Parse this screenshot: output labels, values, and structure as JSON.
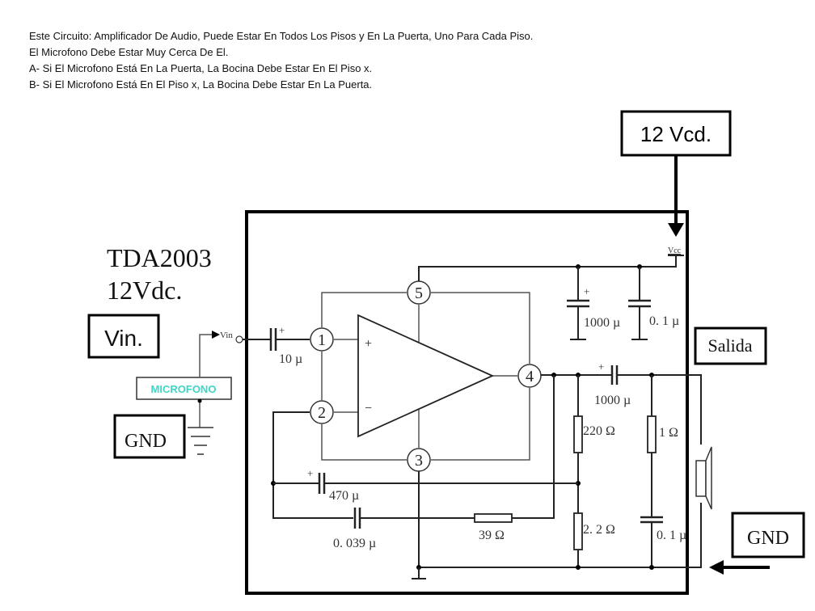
{
  "notes": [
    "Este Circuito: Amplificador De Audio, Puede Estar En Todos Los Pisos y En La Puerta, Uno Para Cada Piso.",
    "El Microfono Debe Estar Muy Cerca De El.",
    "A- Si El Microfono Está En La Puerta, La Bocina Debe Estar En El Piso x.",
    "B- Si El Microfono Está En El Piso x, La Bocina Debe Estar En La Puerta."
  ],
  "title": {
    "chip": "TDA2003",
    "supply": "12Vdc."
  },
  "boxes": {
    "supply": "12 Vcd.",
    "vin": "Vin.",
    "gnd_left": "GND",
    "salida": "Salida",
    "gnd_right": "GND",
    "microphone": "MICROFONO"
  },
  "colors": {
    "microphone_text": "#3fd6c6"
  },
  "pins": [
    "1",
    "2",
    "3",
    "4",
    "5"
  ],
  "opamp": {
    "plus": "+",
    "minus": "−"
  },
  "labels": {
    "vin": "Vin",
    "vcc": "Vcc"
  },
  "components": {
    "c_in": "10 µ",
    "c_supply_1": "1000 µ",
    "c_supply_2": "0. 1 µ",
    "c_out": "1000 µ",
    "r_feedback_top": "220 Ω",
    "r_feedback_bottom": "2. 2 Ω",
    "r_zobel": "1 Ω",
    "c_zobel": "0. 1 µ",
    "c_470": "470 µ",
    "c_0039": "0. 039 µ",
    "r_39": "39 Ω",
    "plus_sign": "+"
  }
}
